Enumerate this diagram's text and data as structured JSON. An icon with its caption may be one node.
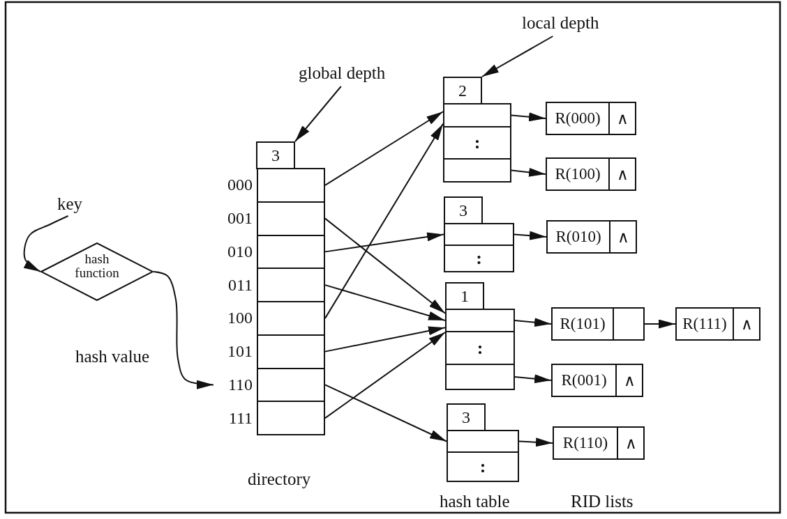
{
  "diagram": {
    "nodes": [
      {
        "text": [
          "key"
        ]
      },
      {
        "text": [
          "hash function"
        ]
      },
      {
        "text": [
          "global depth"
        ]
      },
      {
        "text": [
          "3"
        ]
      },
      {
        "text": [],
        "shape": "box",
        "beside": [
          "000"
        ]
      },
      {
        "text": [],
        "shape": "box",
        "beside": [
          "001"
        ]
      },
      {
        "text": [],
        "shape": "box",
        "beside": [
          "010"
        ]
      },
      {
        "text": [],
        "shape": "box",
        "beside": [
          "011"
        ]
      },
      {
        "text": [],
        "shape": "box",
        "beside": [
          "100"
        ]
      },
      {
        "text": [],
        "shape": "box",
        "beside": [
          "101"
        ]
      },
      {
        "text": [],
        "shape": "box",
        "beside": [
          "110"
        ]
      },
      {
        "text": [],
        "shape": "box",
        "beside": [
          "111"
        ]
      },
      {
        "text": [
          "local depth"
        ]
      },
      {
        "text": [
          "2"
        ]
      },
      {
        "text": [],
        "shape": "box"
      },
      {
        "text": [
          ":"
        ]
      },
      {
        "text": [],
        "shape": "box"
      },
      {
        "text": [
          "3"
        ]
      },
      {
        "text": [],
        "shape": "box"
      },
      {
        "text": [
          ":"
        ]
      },
      {
        "text": [
          "1"
        ]
      },
      {
        "text": [],
        "shape": "box"
      },
      {
        "text": [
          ":"
        ]
      },
      {
        "text": [],
        "shape": "box"
      },
      {
        "text": [
          "3"
        ]
      },
      {
        "text": [],
        "shape": "box"
      },
      {
        "text": [
          ":"
        ]
      },
      {
        "text": [
          "R(000)",
          "∧"
        ]
      },
      {
        "text": [
          "R(100)",
          "∧"
        ]
      },
      {
        "text": [
          "R(010)",
          "∧"
        ]
      },
      {
        "text": [
          "R(101)"
        ]
      },
      {
        "text": [
          "R(111)",
          "∧"
        ]
      },
      {
        "text": [
          "R(001)",
          "∧"
        ]
      },
      {
        "text": [
          "R(110)",
          "∧"
        ]
      }
    ],
    "edges": [
      {
        "from": 0,
        "to": 1,
        "arrow": "to"
      },
      {
        "from": 1,
        "to": 10,
        "arrow": "to",
        "label": "hash value"
      },
      {
        "from": 2,
        "to": 3,
        "arrow": "to"
      },
      {
        "from": 12,
        "to": 13,
        "arrow": "to"
      },
      {
        "from": 4,
        "to": 14,
        "arrow": "to"
      },
      {
        "from": 5,
        "to": 21,
        "arrow": "to"
      },
      {
        "from": 6,
        "to": 18,
        "arrow": "to"
      },
      {
        "from": 7,
        "to": 21,
        "arrow": "to"
      },
      {
        "from": 8,
        "to": 14,
        "arrow": "to"
      },
      {
        "from": 9,
        "to": 21,
        "arrow": "to"
      },
      {
        "from": 10,
        "to": 25,
        "arrow": "to"
      },
      {
        "from": 11,
        "to": 21,
        "arrow": "to"
      },
      {
        "from": 14,
        "to": 27,
        "arrow": "to"
      },
      {
        "from": 16,
        "to": 28,
        "arrow": "to"
      },
      {
        "from": 18,
        "to": 29,
        "arrow": "to"
      },
      {
        "from": 21,
        "to": 30,
        "arrow": "to"
      },
      {
        "from": 30,
        "to": 31,
        "arrow": "to"
      },
      {
        "from": 23,
        "to": 32,
        "arrow": "to"
      },
      {
        "from": 25,
        "to": 33,
        "arrow": "to"
      }
    ],
    "labels": [
      "directory",
      "hash table",
      "RID lists"
    ]
  }
}
